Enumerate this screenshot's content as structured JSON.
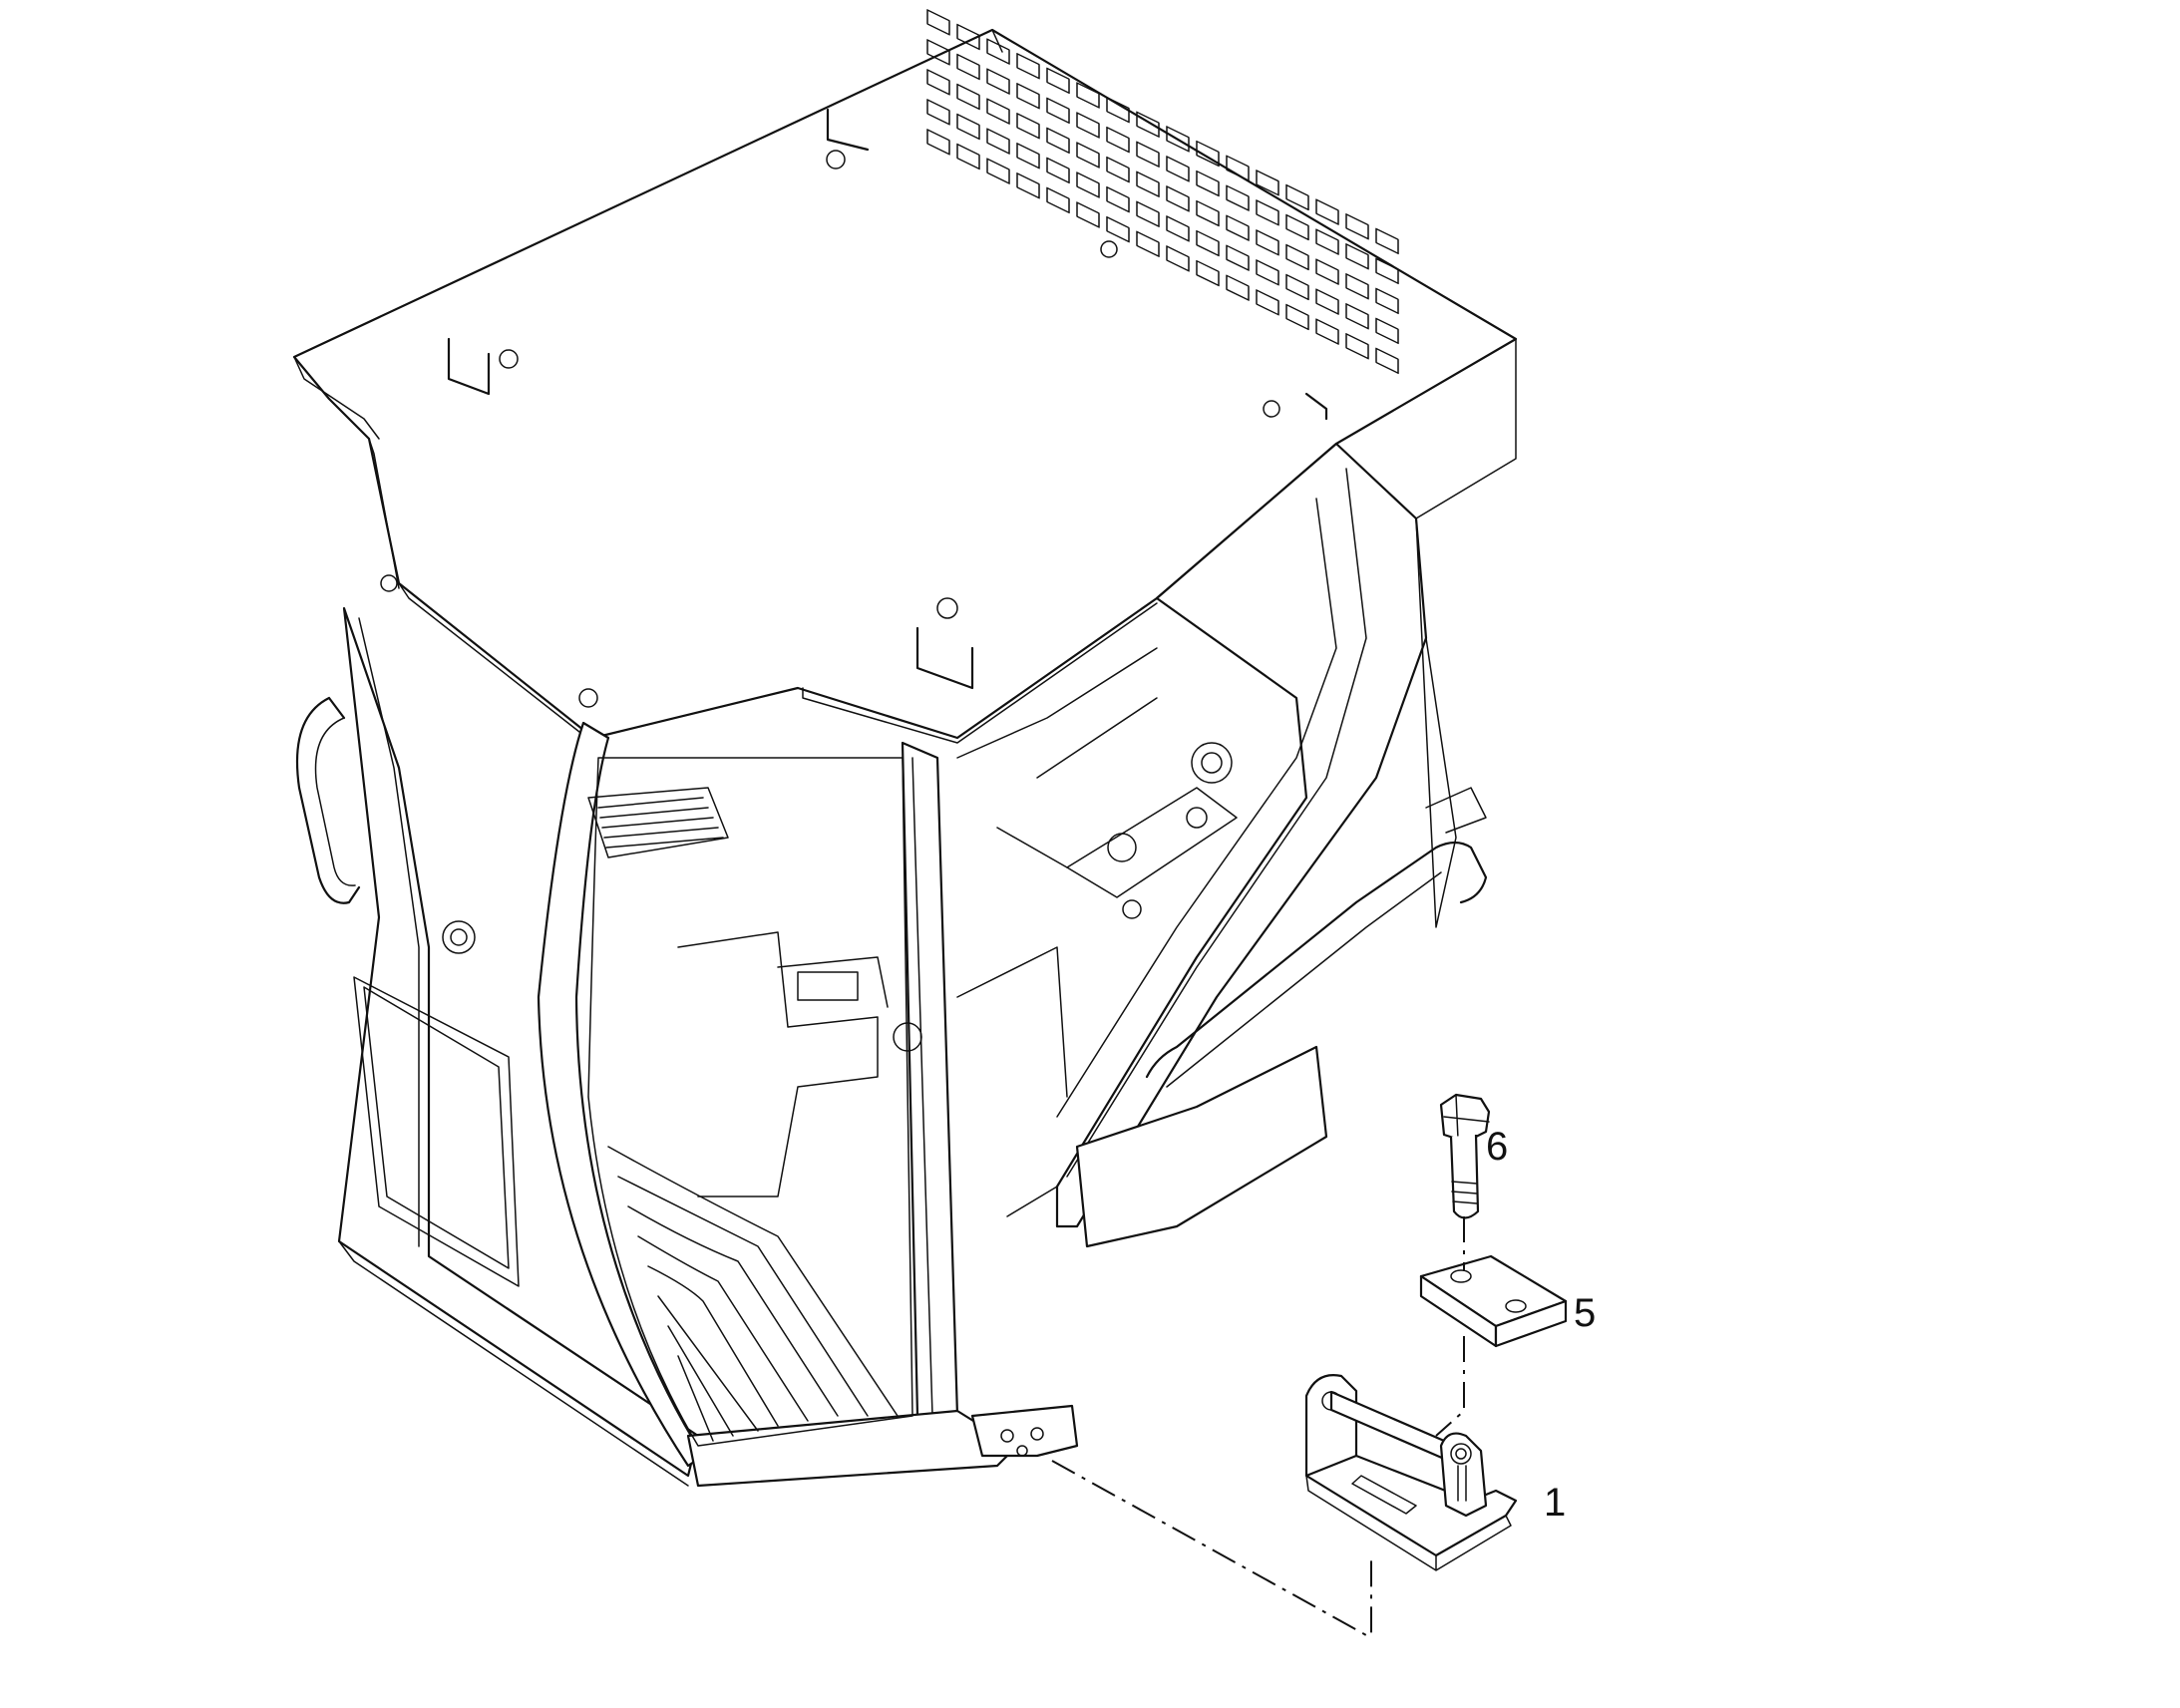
{
  "figure": {
    "callouts": [
      {
        "id": "part-6",
        "label": "6"
      },
      {
        "id": "part-5",
        "label": "5"
      },
      {
        "id": "part-1",
        "label": "1"
      }
    ],
    "colors": {
      "line": "#111111",
      "background": "#ffffff"
    }
  }
}
